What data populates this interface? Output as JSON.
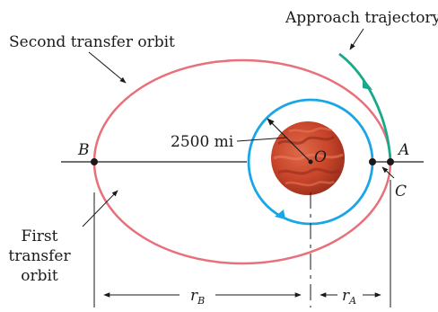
{
  "labels": {
    "approach_trajectory": "Approach trajectory",
    "second_transfer_orbit": "Second transfer orbit",
    "radius": "2500 mi",
    "point_b": "B",
    "point_a": "A",
    "center_o": "O",
    "point_c": "C",
    "first_transfer_orbit_line1": "First",
    "first_transfer_orbit_line2": "transfer",
    "first_transfer_orbit_line3": "orbit",
    "rb_main": "r",
    "rb_sub": "B",
    "ra_main": "r",
    "ra_sub": "A"
  },
  "colors": {
    "ellipse": "#e8707a",
    "circular_orbit": "#1aa6e6",
    "approach": "#19a98a",
    "planet": "#c8452a",
    "ink": "#1a1a1a"
  }
}
